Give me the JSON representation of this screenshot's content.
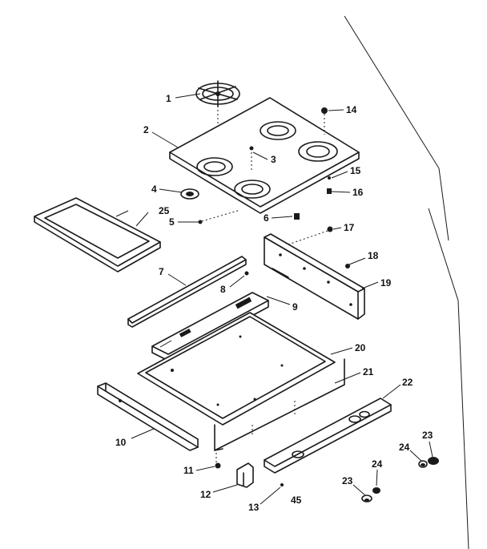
{
  "diagram": {
    "labels": {
      "p1": "1",
      "p2": "2",
      "p3": "3",
      "p4": "4",
      "p5": "5",
      "p6": "6",
      "p7": "7",
      "p8": "8",
      "p9": "9",
      "p10": "10",
      "p11": "11",
      "p12": "12",
      "p13": "13",
      "p14": "14",
      "p15": "15",
      "p16": "16",
      "p17": "17",
      "p18": "18",
      "p19": "19",
      "p20": "20",
      "p21": "21",
      "p22": "22",
      "p23a": "23",
      "p23b": "23",
      "p24a": "24",
      "p24b": "24",
      "p25": "25",
      "p45": "45"
    }
  }
}
